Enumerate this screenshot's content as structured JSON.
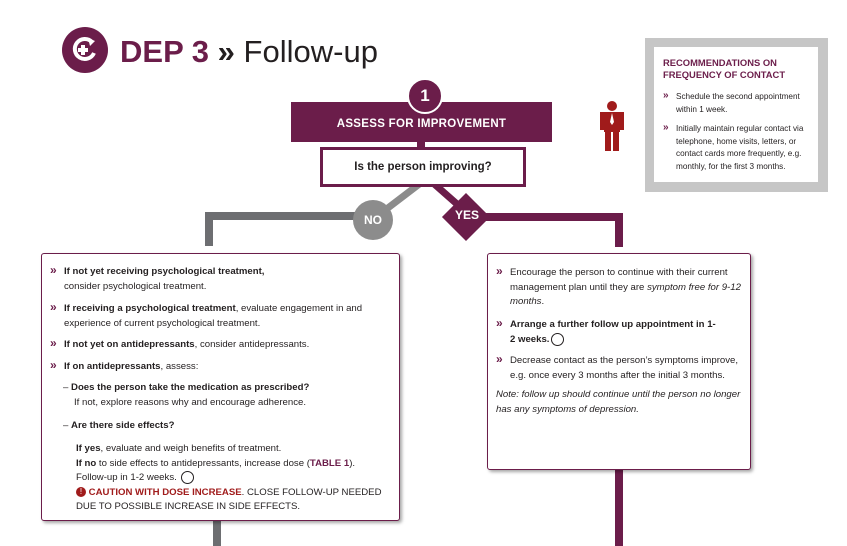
{
  "header": {
    "module_label": "DEP 3",
    "separator": "»",
    "title": "Follow-up",
    "icon": "follow-up-icon"
  },
  "step": {
    "number": "1",
    "title": "ASSESS FOR IMPROVEMENT",
    "question": "Is the person improving?",
    "no_label": "NO",
    "yes_label": "YES"
  },
  "recommendations": {
    "title": "RECOMMENDATIONS ON FREQUENCY OF CONTACT",
    "icon": "person-icon",
    "items": [
      "Schedule the second appointment within 1 week.",
      "Initially maintain regular contact via telephone, home visits, letters, or contact cards more frequently, e.g. monthly, for the first 3 months."
    ]
  },
  "no_branch": {
    "items": [
      {
        "bold": "If not yet receiving psychological treatment,",
        "text": "consider psychological treatment."
      },
      {
        "bold": "If receiving a psychological treatment",
        "text": ", evaluate engagement in and experience of current psychological treatment."
      },
      {
        "bold": "If not yet on antidepressants",
        "text": ", consider antidepressants."
      },
      {
        "bold": "If on antidepressants",
        "text": ", assess:"
      }
    ],
    "sub": [
      {
        "dash": "–",
        "bold": "Does the person take the medication as prescribed?",
        "text": "If not, explore reasons why and encourage adherence."
      },
      {
        "dash": "–",
        "bold": "Are there side effects?"
      }
    ],
    "side_effects": {
      "yes_bold": "If yes",
      "yes_text": ", evaluate and weigh benefits of treatment.",
      "no_bold": "If no",
      "no_text": " to side effects to antidepressants, increase dose (",
      "table_ref": "TABLE 1",
      "no_tail": ").",
      "followup": "Follow-up in 1-2 weeks.",
      "caution_bold": "CAUTION WITH DOSE INCREASE",
      "caution_text": ". CLOSE FOLLOW-UP NEEDED",
      "caution_text2": "DUE TO POSSIBLE INCREASE IN SIDE EFFECTS."
    }
  },
  "yes_branch": {
    "item1_text": "Encourage the person to continue with their current management plan until they are ",
    "item1_em": "symptom free for 9-12 months",
    "item1_tail": ".",
    "item2_bold": "Arrange a further follow up appointment in 1-2 weeks.",
    "item3_text": "Decrease contact as the person’s symptoms improve, e.g. once every 3 months after the initial 3 months.",
    "note": "Note: follow up should continue until the person no longer has any symptoms of depression."
  },
  "colors": {
    "brand": "#6b1d4a",
    "grey": "#6d6e71",
    "caution": "#a01b1b"
  }
}
